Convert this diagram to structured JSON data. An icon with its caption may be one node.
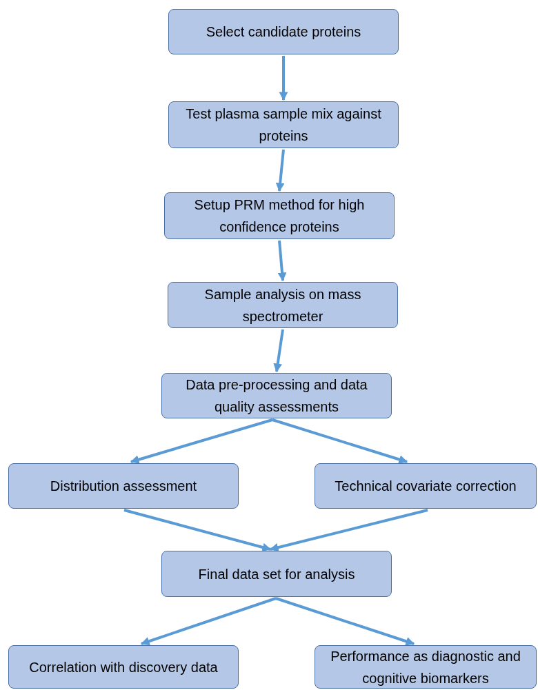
{
  "diagram": {
    "nodes": [
      {
        "text": [
          "Select candidate proteins"
        ]
      },
      {
        "text": [
          "Test plasma sample mix against proteins"
        ]
      },
      {
        "text": [
          "Setup PRM method for high confidence proteins"
        ]
      },
      {
        "text": [
          "Sample analysis on mass spectrometer"
        ]
      },
      {
        "text": [
          "Data pre-processing and data quality assessments"
        ]
      },
      {
        "text": [
          "Distribution assessment"
        ]
      },
      {
        "text": [
          "Technical covariate correction"
        ]
      },
      {
        "text": [
          "Final data set for analysis"
        ]
      },
      {
        "text": [
          "Correlation with discovery data"
        ]
      },
      {
        "text": [
          "Performance as diagnostic and cognitive biomarkers"
        ]
      }
    ],
    "edges": [
      {
        "from": 0,
        "to": 1,
        "arrow": "to"
      },
      {
        "from": 1,
        "to": 2,
        "arrow": "to"
      },
      {
        "from": 2,
        "to": 3,
        "arrow": "to"
      },
      {
        "from": 3,
        "to": 4,
        "arrow": "to"
      },
      {
        "from": 4,
        "to": 5,
        "arrow": "to"
      },
      {
        "from": 4,
        "to": 6,
        "arrow": "to"
      },
      {
        "from": 5,
        "to": 7,
        "arrow": "to"
      },
      {
        "from": 6,
        "to": 7,
        "arrow": "to"
      },
      {
        "from": 7,
        "to": 8,
        "arrow": "to"
      },
      {
        "from": 7,
        "to": 9,
        "arrow": "to"
      }
    ]
  }
}
